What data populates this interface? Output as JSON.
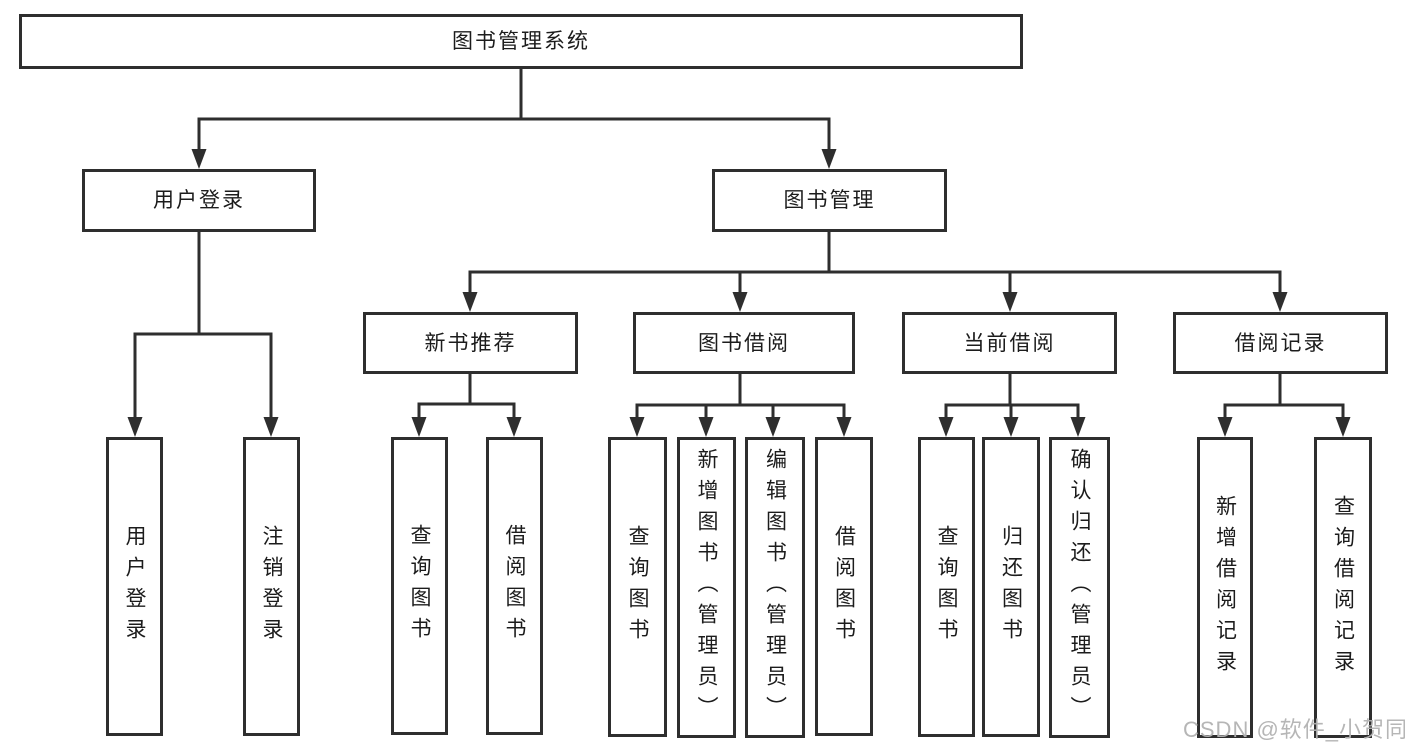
{
  "diagram": {
    "root": {
      "label": "图书管理系统"
    },
    "level2": [
      {
        "label": "用户登录",
        "children": [
          {
            "label": "用户登录"
          },
          {
            "label": "注销登录"
          }
        ]
      },
      {
        "label": "图书管理",
        "children": [
          {
            "label": "新书推荐",
            "children": [
              {
                "label": "查询图书"
              },
              {
                "label": "借阅图书"
              }
            ]
          },
          {
            "label": "图书借阅",
            "children": [
              {
                "label": "查询图书"
              },
              {
                "label": "新增图书（管理员）"
              },
              {
                "label": "编辑图书（管理员）"
              },
              {
                "label": "借阅图书"
              }
            ]
          },
          {
            "label": "当前借阅",
            "children": [
              {
                "label": "查询图书"
              },
              {
                "label": "归还图书"
              },
              {
                "label": "确认归还（管理员）"
              }
            ]
          },
          {
            "label": "借阅记录",
            "children": [
              {
                "label": "新增借阅记录"
              },
              {
                "label": "查询借阅记录"
              }
            ]
          }
        ]
      }
    ]
  },
  "watermark": {
    "text": "CSDN @软件_小贺同学"
  },
  "colors": {
    "line": "#2e2e2e",
    "text": "#1c1c1c",
    "watermark": "#b2b2b2",
    "background": "#ffffff"
  }
}
